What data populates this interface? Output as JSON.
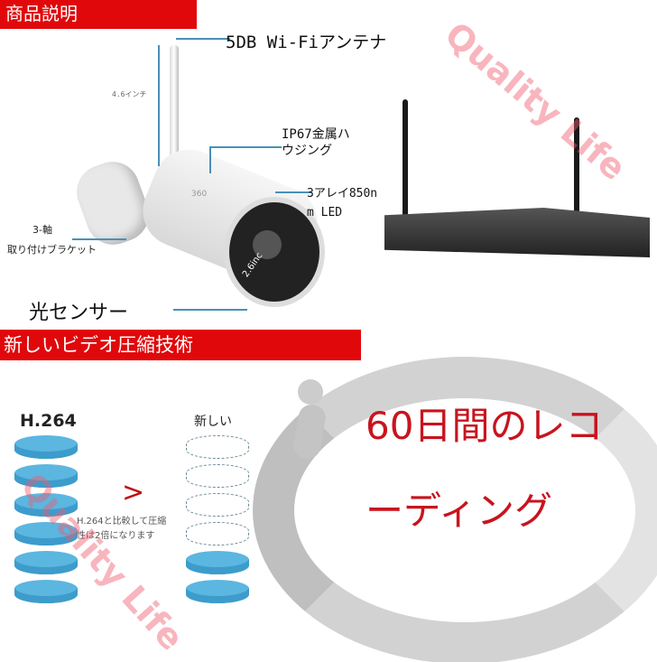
{
  "section1": {
    "title": "商品説明"
  },
  "camera_labels": {
    "antenna": "5DB Wi-Fiアンテナ",
    "antenna_length": "4.6インチ",
    "housing_line1": "IP67金属ハ",
    "housing_line2": "ウジング",
    "led_line1": "3アレイ850n",
    "led_line2": "m LED",
    "rotation": "360",
    "bracket_line1": "3-軸",
    "bracket_line2": "取り付けブラケット",
    "sensor": "光センサー",
    "lens_size": "2.6inc"
  },
  "section2": {
    "title": "新しいビデオ圧縮技術"
  },
  "compression": {
    "left_label": "H.264",
    "right_label": "新しい",
    "comparison": ">",
    "note_line1": "H.264と比較して圧縮",
    "note_line2": "性は2倍になります"
  },
  "recording": {
    "line1": "60日間のレコ",
    "line2": "ーディング"
  },
  "watermark": "Quality Life",
  "colors": {
    "accent_red": "#e0080b",
    "disc_blue": "#5bb6e0",
    "headline_red": "#c8141e"
  }
}
